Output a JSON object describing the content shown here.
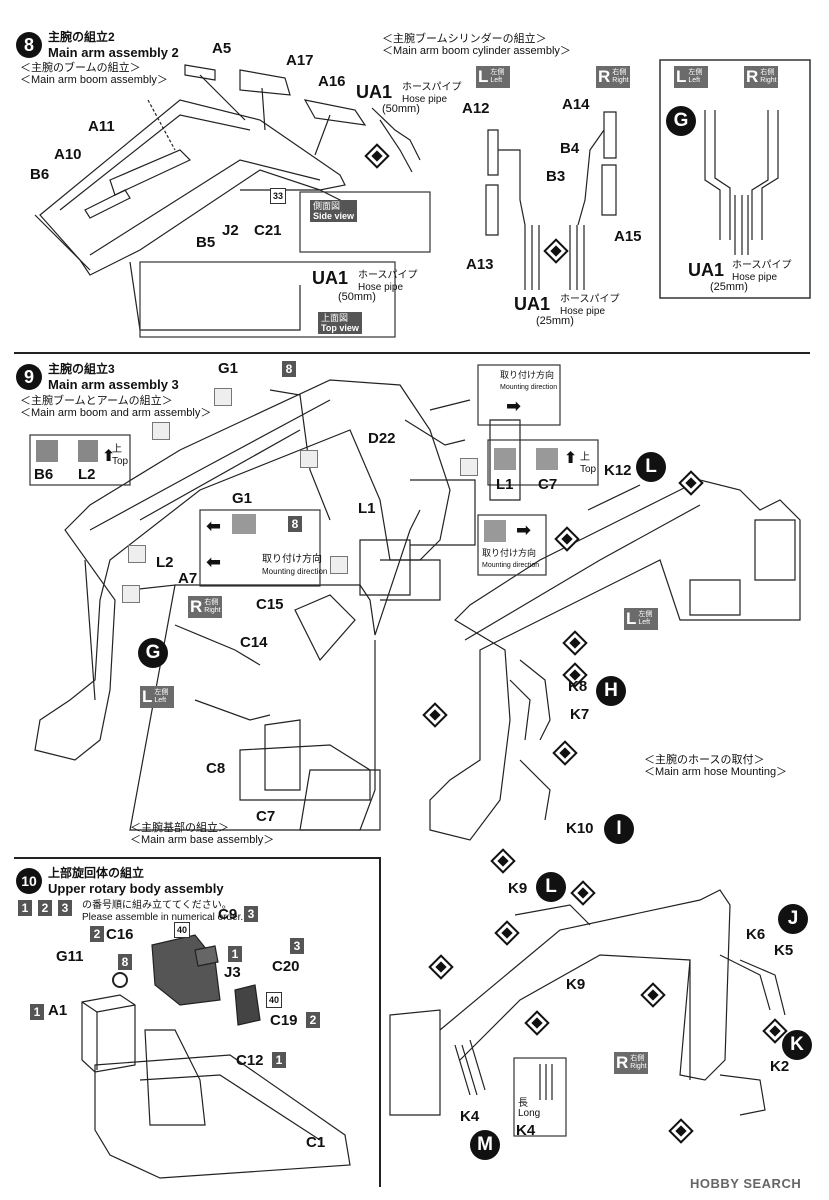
{
  "step8": {
    "num": "8",
    "title_jp": "主腕の組立2",
    "title_en": "Main arm assembly 2",
    "boom_jp": "＜主腕のブームの組立＞",
    "boom_en": "＜Main arm boom  assembly＞",
    "cyl_jp": "＜主腕ブームシリンダーの組立＞",
    "cyl_en": "＜Main arm boom cylinder assembly＞",
    "parts": [
      "A5",
      "A17",
      "A16",
      "A11",
      "A10",
      "B6",
      "B5",
      "J2",
      "C21",
      "A12",
      "A14",
      "B3",
      "B4",
      "A13",
      "A15"
    ],
    "paint33": "33",
    "side_view_jp": "側面図",
    "side_view_en": "Side view",
    "top_view_jp": "上面図",
    "top_view_en": "Top view",
    "ua1": "UA1",
    "hose_jp": "ホースパイプ",
    "hose_en": "Hose pipe",
    "len50": "(50mm)",
    "len25": "(25mm)",
    "L": "L",
    "L_jp": "左側",
    "L_en": "Left",
    "R": "R",
    "R_jp": "右側",
    "R_en": "Right",
    "G": "G"
  },
  "step9": {
    "num": "9",
    "title_jp": "主腕の組立3",
    "title_en": "Main arm assembly 3",
    "sub_jp": "＜主腕ブームとアームの組立＞",
    "sub_en": "＜Main arm boom and arm assembly＞",
    "parts": [
      "G1",
      "D22",
      "G1",
      "L1",
      "L1",
      "C7",
      "B6",
      "L2",
      "L2",
      "A7",
      "C15",
      "C14",
      "C8",
      "C7",
      "K12",
      "K8",
      "K7",
      "K10"
    ],
    "top_jp": "上",
    "top_en": "Top",
    "mount_jp": "取り付け方向",
    "mount_en": "Mounting direction",
    "base_jp": "＜主腕基部の組立＞",
    "base_en": "＜Main arm base  assembly＞",
    "hose_jp": "＜主腕のホースの取付＞",
    "hose_en": "＜Main arm  hose Mounting＞",
    "num8": "8",
    "letters": [
      "L",
      "H",
      "I",
      "G"
    ],
    "L": "L",
    "L_jp": "左側",
    "L_en": "Left",
    "R": "R",
    "R_jp": "右側",
    "R_en": "Right"
  },
  "step10": {
    "num": "10",
    "title_jp": "上部旋回体の組立",
    "title_en": "Upper rotary body assembly",
    "order_nums": [
      "1",
      "2",
      "3"
    ],
    "order_jp": "の番号順に組み立ててください。",
    "order_en": "Please assemble in numerical order.",
    "parts": [
      "C16",
      "C9",
      "G11",
      "J3",
      "C20",
      "C19",
      "A1",
      "C12",
      "C1"
    ],
    "paint40a": "40",
    "paint40b": "40",
    "paint8": "8",
    "o_c16": "2",
    "o_c9": "3",
    "o_j3": "1",
    "o_c20": "3",
    "o_c19": "2",
    "o_a1": "1",
    "o_c12": "1"
  },
  "step10r": {
    "parts": [
      "K9",
      "K9",
      "K6",
      "K5",
      "K2",
      "K4",
      "K4"
    ],
    "letters": [
      "L",
      "J",
      "K",
      "M"
    ],
    "long_jp": "長",
    "long_en": "Long",
    "R": "R",
    "R_jp": "右側",
    "R_en": "Right"
  },
  "watermark": "HOBBY SEARCH"
}
